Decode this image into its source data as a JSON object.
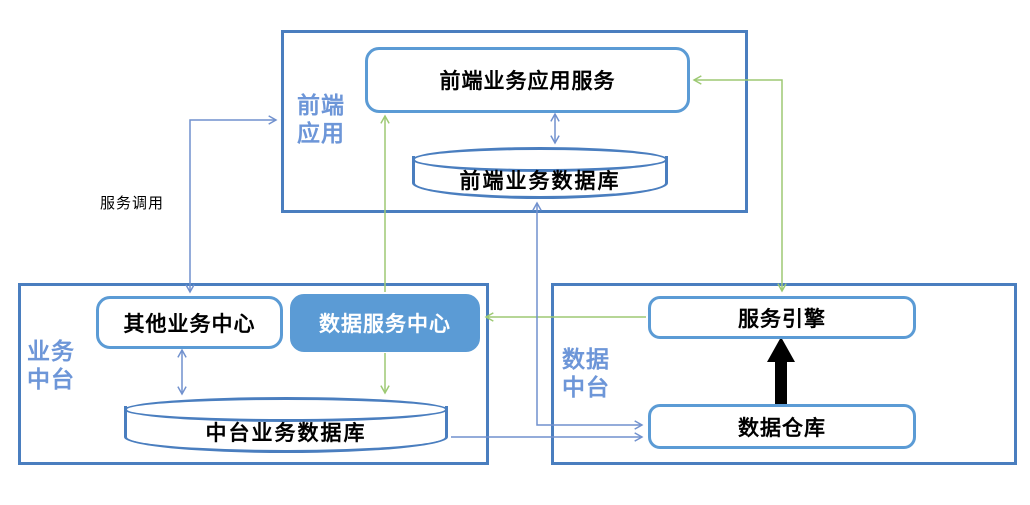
{
  "colors": {
    "container_border": "#4A7EBF",
    "box_border": "#5B9BD5",
    "filled_box_bg": "#5B9BD5",
    "filled_box_text": "#FFFFFF",
    "box_text": "#000000",
    "section_label": "#6D96D8",
    "green_arrow": "#9DC973",
    "blue_arrow": "#7191CE",
    "black_arrow": "#000000"
  },
  "diagram": {
    "frontend": {
      "label": "前端\n应用",
      "app_service": "前端业务应用服务",
      "database": "前端业务数据库"
    },
    "business_platform": {
      "label": "业务\n中台",
      "other_center": "其他业务中心",
      "data_service_center": "数据服务中心",
      "database": "中台业务数据库"
    },
    "data_platform": {
      "label": "数据\n中台",
      "service_engine": "服务引擎",
      "data_warehouse": "数据仓库"
    },
    "annotations": {
      "service_call": "服务调用"
    }
  }
}
